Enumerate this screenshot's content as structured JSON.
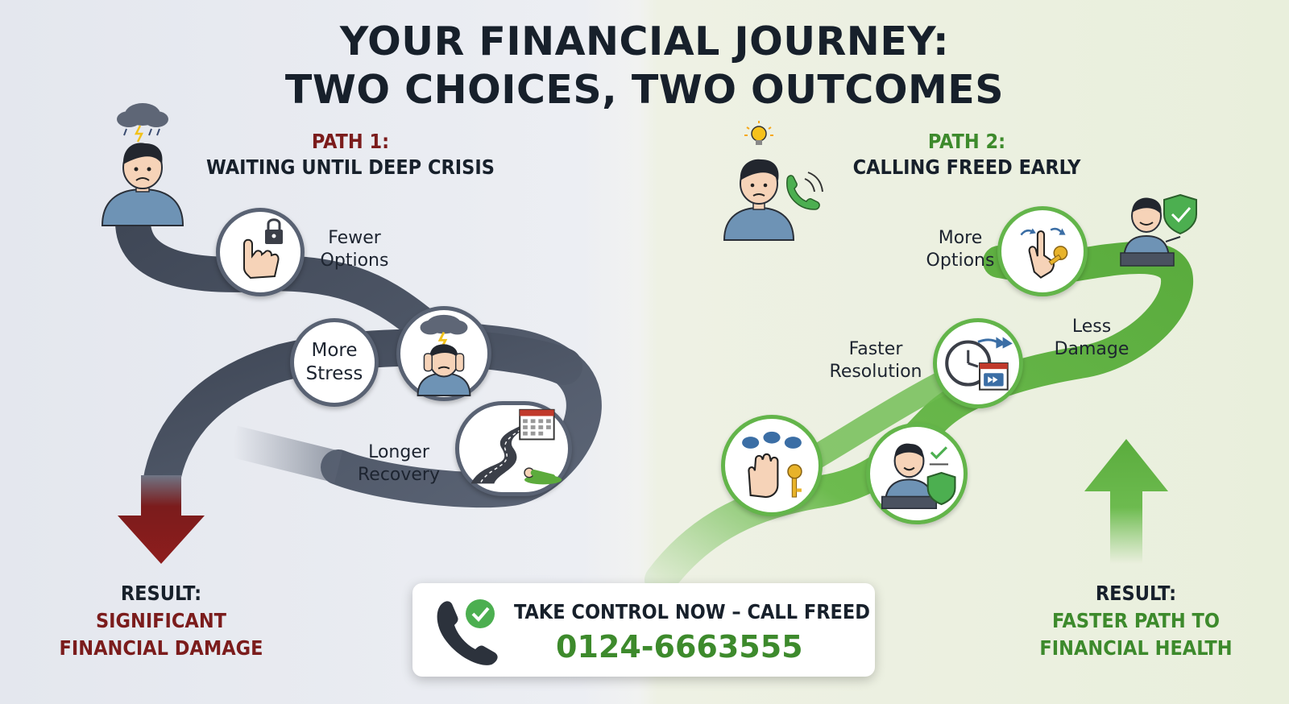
{
  "title": {
    "line1": "YOUR FINANCIAL JOURNEY:",
    "line2": "TWO CHOICES, TWO OUTCOMES"
  },
  "path1": {
    "number": "PATH 1:",
    "name": "WAITING UNTIL DEEP CRISIS",
    "steps": {
      "fewer_options": "Fewer\nOptions",
      "more_stress_1": "More",
      "more_stress_2": "Stress",
      "longer_recovery": "Longer\nRecovery"
    },
    "result_head": "RESULT:",
    "result_line1": "SIGNIFICANT",
    "result_line2": "FINANCIAL DAMAGE",
    "color": "#7b1c1c"
  },
  "path2": {
    "number": "PATH 2:",
    "name": "CALLING FREED EARLY",
    "steps": {
      "more_options": "More\nOptions",
      "faster_resolution": "Faster\nResolution",
      "less_damage": "Less\nDamage"
    },
    "result_head": "RESULT:",
    "result_line1": "FASTER PATH TO",
    "result_line2": "FINANCIAL HEALTH",
    "color": "#3d8a2c"
  },
  "cta": {
    "text": "TAKE CONTROL NOW – CALL FREED",
    "phone": "0124-6663555"
  },
  "icons": [
    "storm-cloud-icon",
    "worried-person-icon",
    "finger-lock-icon",
    "stressed-person-icon",
    "road-calendar-icon",
    "lightbulb-icon",
    "phone-call-icon",
    "hand-key-icon",
    "clock-calendar-icon",
    "speech-hand-key-icon",
    "person-shield-icon",
    "phone-check-icon"
  ]
}
